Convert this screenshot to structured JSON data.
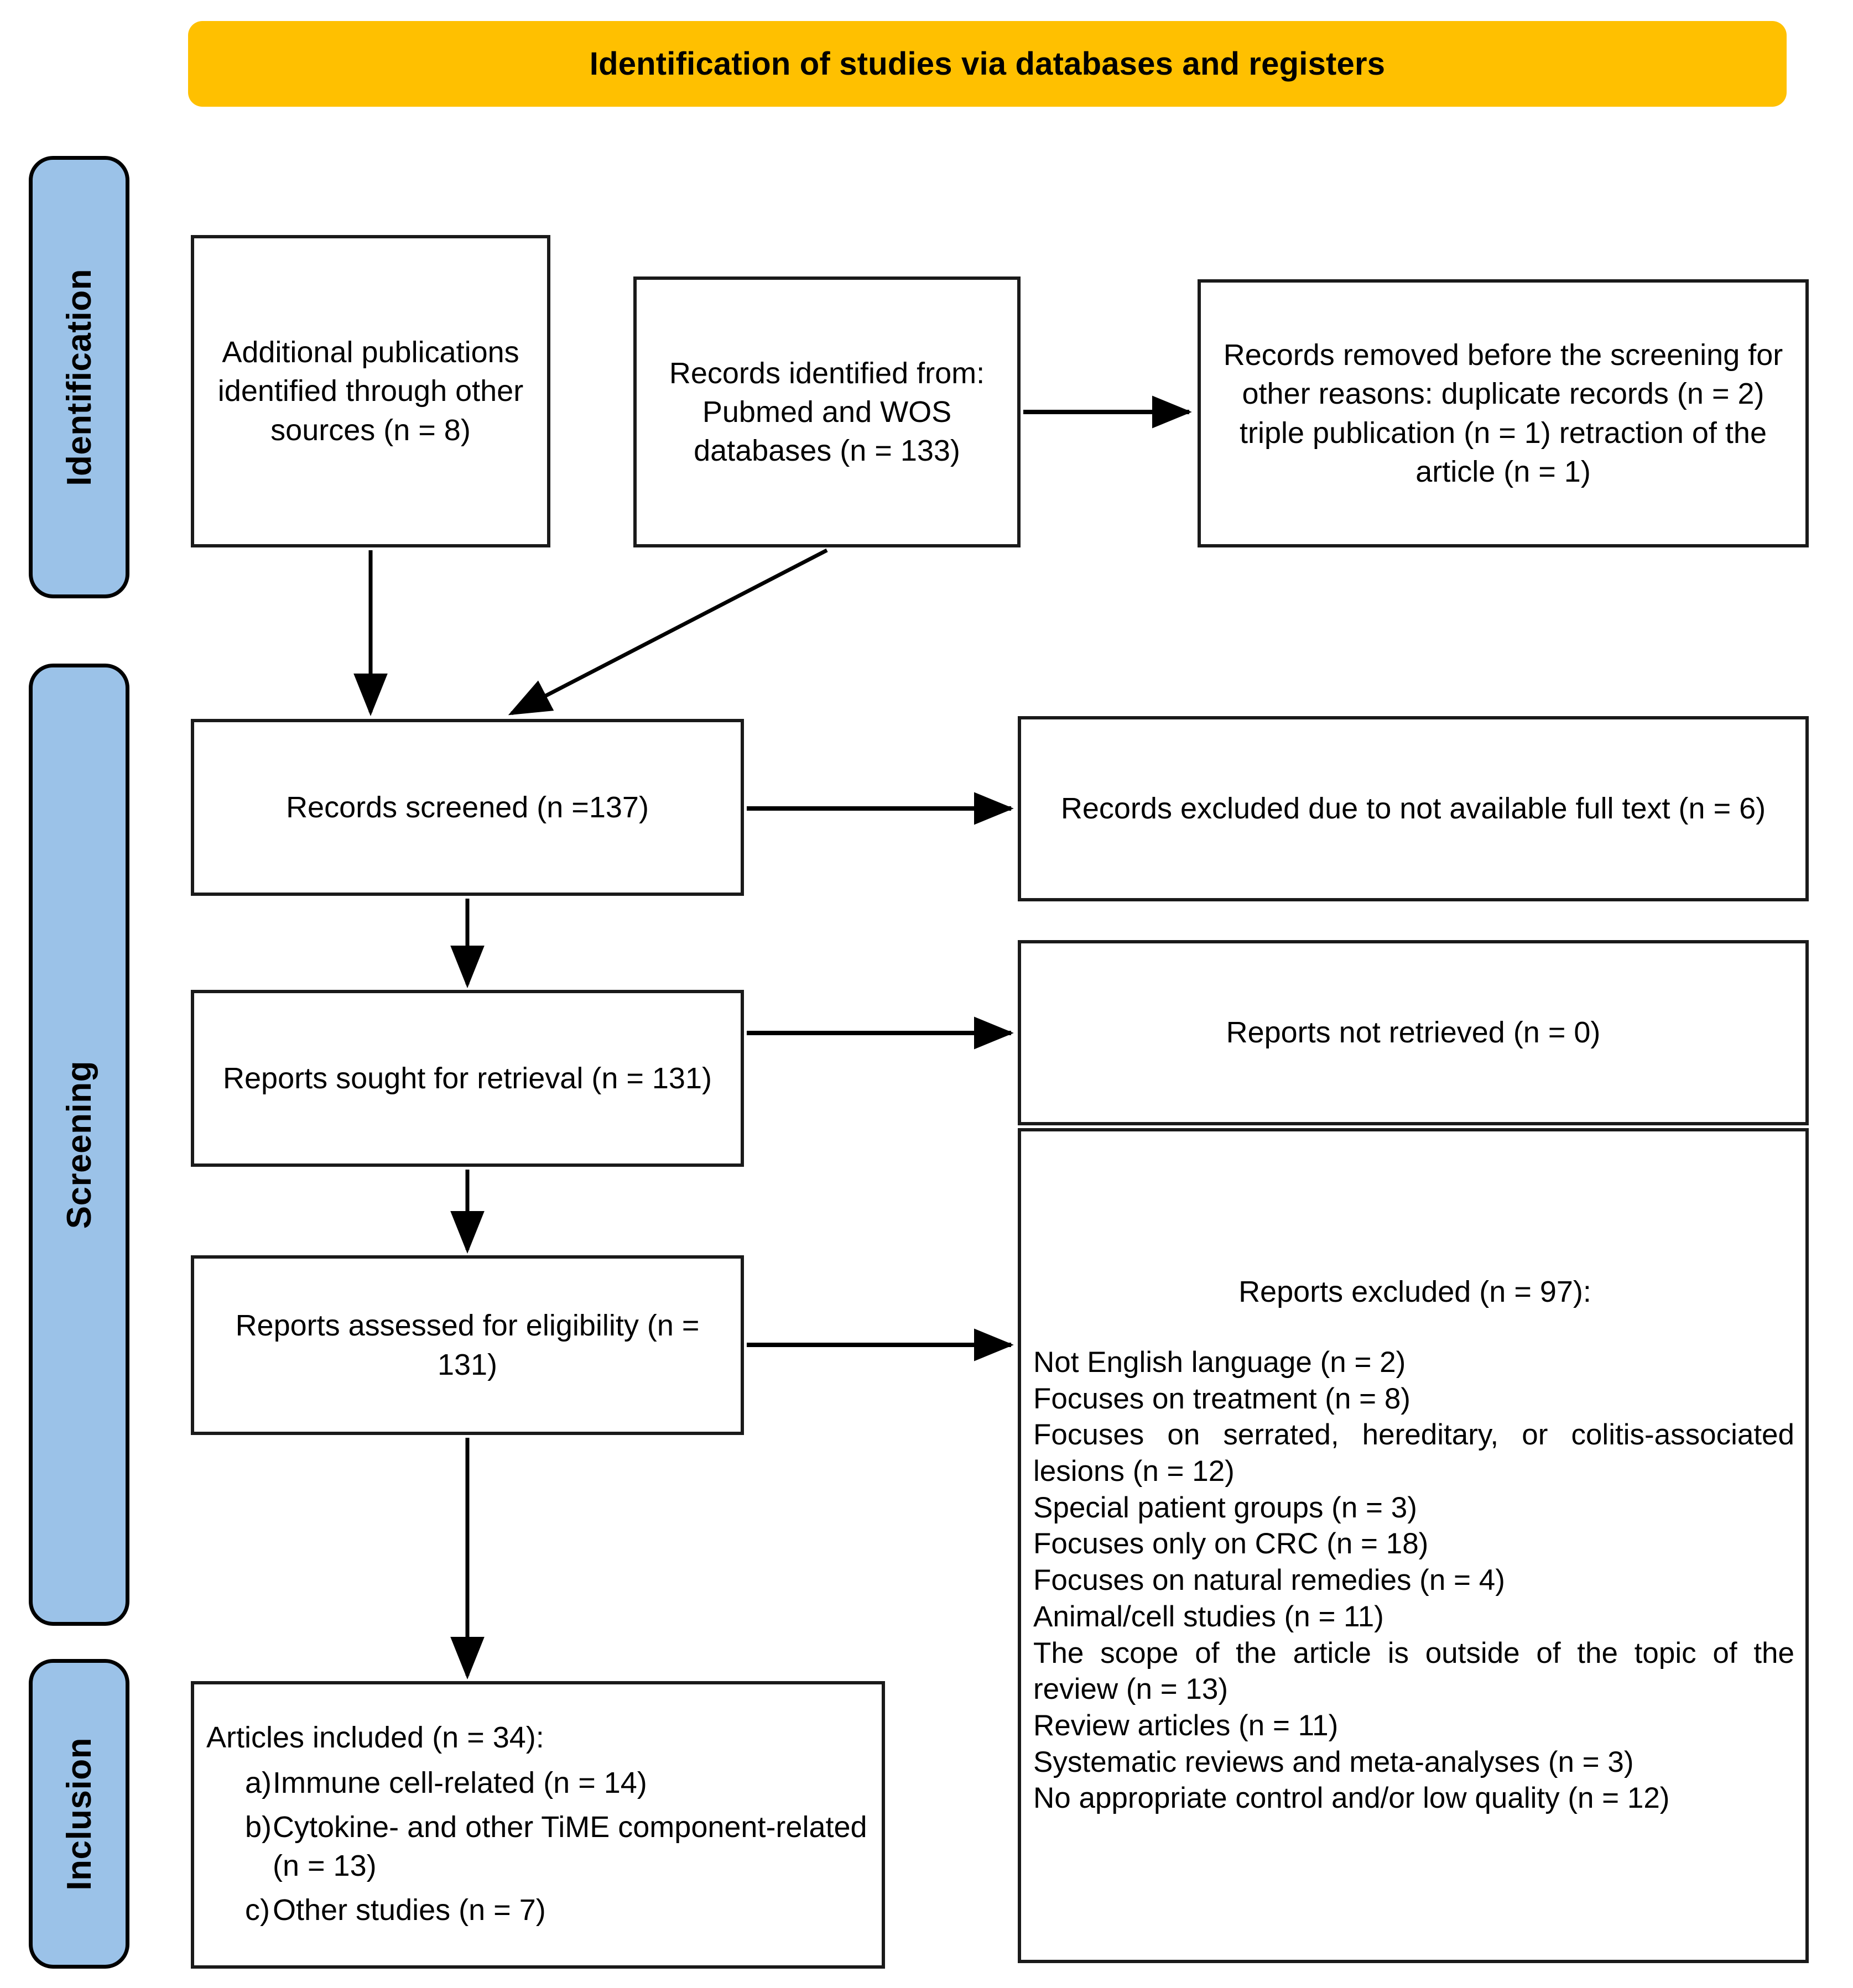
{
  "banner": {
    "title": "Identification of studies via databases and registers",
    "color": "#FFC000"
  },
  "stages": [
    {
      "key": "identification",
      "label": "Identification",
      "color": "#9BC2E8"
    },
    {
      "key": "screening",
      "label": "Screening",
      "color": "#9BC2E8"
    },
    {
      "key": "inclusion",
      "label": "Inclusion",
      "color": "#9BC2E8"
    }
  ],
  "boxes": {
    "additional_publications": {
      "lines": "Additional\npublications\nidentified\nthrough other\nsources (n = 8)"
    },
    "records_identified": {
      "lines": "Records identified\nfrom:\nPubmed and WOS\ndatabases (n = 133)"
    },
    "records_removed": {
      "lines": "Records removed before the\nscreening for other reasons:\nduplicate records (n = 2)\ntriple publication (n = 1)\nretraction of the article (n = 1)"
    },
    "records_screened": {
      "lines": "Records screened\n(n =137)"
    },
    "records_excluded": {
      "lines": "Records excluded\ndue to not available full text (n = 6)"
    },
    "reports_sought": {
      "lines": "Reports sought for retrieval\n(n = 131)"
    },
    "reports_not_retrieved": {
      "lines": "Reports not retrieved\n(n = 0)"
    },
    "reports_assessed": {
      "lines": "Reports assessed for eligibility\n(n = 131)"
    },
    "reports_excluded": {
      "heading": "Reports excluded (n = 97):",
      "reasons": [
        "Not English language (n = 2)",
        "Focuses on treatment (n = 8)",
        "Focuses on serrated, hereditary, or colitis-associated lesions (n = 12)",
        "Special patient groups (n = 3)",
        "Focuses only on CRC (n = 18)",
        "Focuses on natural remedies (n = 4)",
        "Animal/cell studies (n = 11)",
        "The scope of the article is outside of the topic of the review (n = 13)",
        "Review articles (n = 11)",
        "Systematic reviews and meta-analyses (n = 3)",
        "No appropriate control and/or low quality (n = 12)"
      ]
    },
    "articles_included": {
      "heading": "Articles included (n = 34):",
      "items": [
        {
          "marker": "a)",
          "text": "Immune cell-related (n = 14)"
        },
        {
          "marker": "b)",
          "text": "Cytokine- and other TiME component-related (n = 13)"
        },
        {
          "marker": "c)",
          "text": "Other studies (n = 7)"
        }
      ]
    }
  },
  "chart_data": {
    "type": "diagram",
    "title": "PRISMA 2020 flow diagram",
    "nodes": [
      {
        "id": "additional_publications",
        "stage": "Identification",
        "n": 8
      },
      {
        "id": "records_identified",
        "stage": "Identification",
        "n": 133
      },
      {
        "id": "records_removed",
        "stage": "Identification",
        "n": 4
      },
      {
        "id": "records_screened",
        "stage": "Screening",
        "n": 137
      },
      {
        "id": "records_excluded",
        "stage": "Screening",
        "n": 6
      },
      {
        "id": "reports_sought",
        "stage": "Screening",
        "n": 131
      },
      {
        "id": "reports_not_retrieved",
        "stage": "Screening",
        "n": 0
      },
      {
        "id": "reports_assessed",
        "stage": "Screening",
        "n": 131
      },
      {
        "id": "reports_excluded",
        "stage": "Screening",
        "n": 97
      },
      {
        "id": "articles_included",
        "stage": "Inclusion",
        "n": 34
      }
    ],
    "edges": [
      [
        "records_identified",
        "records_removed"
      ],
      [
        "additional_publications",
        "records_screened"
      ],
      [
        "records_identified",
        "records_screened"
      ],
      [
        "records_screened",
        "records_excluded"
      ],
      [
        "records_screened",
        "reports_sought"
      ],
      [
        "reports_sought",
        "reports_not_retrieved"
      ],
      [
        "reports_sought",
        "reports_assessed"
      ],
      [
        "reports_assessed",
        "reports_excluded"
      ],
      [
        "reports_assessed",
        "articles_included"
      ]
    ]
  }
}
